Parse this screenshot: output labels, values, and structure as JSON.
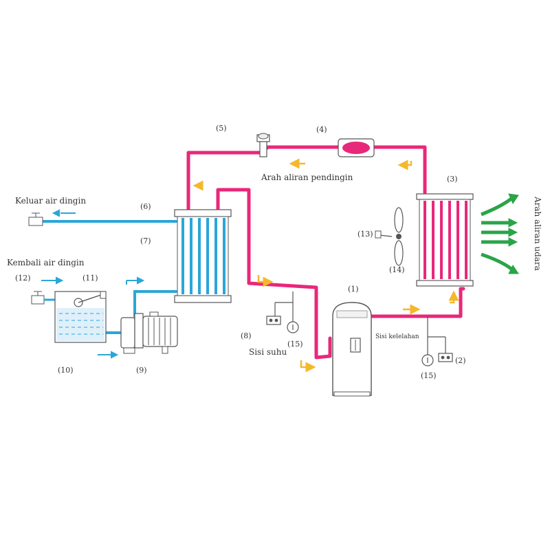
{
  "labels": {
    "n1": "(1)",
    "n2": "(2)",
    "n3": "(3)",
    "n4": "(4)",
    "n5": "(5)",
    "n6": "(6)",
    "n7": "(7)",
    "n8": "(8)",
    "n9": "(9)",
    "n10": "(10)",
    "n11": "(11)",
    "n12": "(12)",
    "n13": "(13)",
    "n14": "(14)",
    "n15a": "(15)",
    "n15b": "(15)",
    "coolant_flow": "Arah aliran pendingin",
    "air_flow": "Arah aliran udara",
    "chilled_out": "Keluar air dingin",
    "chilled_return": "Kembali air dingin",
    "temp_side": "Sisi suhu",
    "fatigue_side": "Sisi kelelahan"
  },
  "colors": {
    "refrigerant": "#e8287a",
    "water": "#2aa6d8",
    "flow_arrow": "#f5b82a",
    "air_arrow": "#2aa448",
    "outline": "#555555"
  },
  "icons": {
    "fan": "fan-icon",
    "valve": "valve-icon",
    "gauge": "pressure-gauge-icon",
    "switch": "pressure-switch-icon"
  }
}
